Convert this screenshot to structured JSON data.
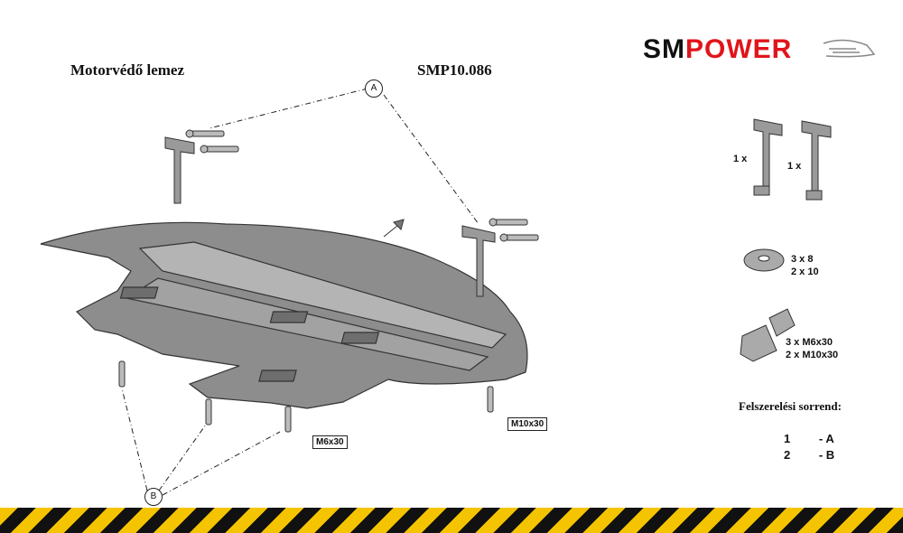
{
  "header": {
    "title": "Motorvédő lemez",
    "code": "SMP10.086",
    "logo_left": "SM",
    "logo_right": "POWER"
  },
  "callouts": {
    "a": "A",
    "b": "B"
  },
  "diagram_labels": {
    "bolt_m6": "M6x30",
    "bolt_m10": "M10x30"
  },
  "parts": {
    "bracket_left_qty": "1  x",
    "bracket_right_qty": "1  x",
    "washer_qty_1": "3   x    8",
    "washer_qty_2": "2   x    10",
    "bolt_qty_1": "3   x    M6x30",
    "bolt_qty_2": "2   x    M10x30"
  },
  "order": {
    "title": "Felszerelési sorrend:",
    "rows": [
      {
        "num": "1",
        "step": "- A"
      },
      {
        "num": "2",
        "step": "- B"
      }
    ]
  },
  "colors": {
    "plate": "#8d8d8d",
    "plate_light": "#b4b4b4",
    "brand_red": "#e0151b",
    "hazard_yellow": "#f5c400"
  }
}
